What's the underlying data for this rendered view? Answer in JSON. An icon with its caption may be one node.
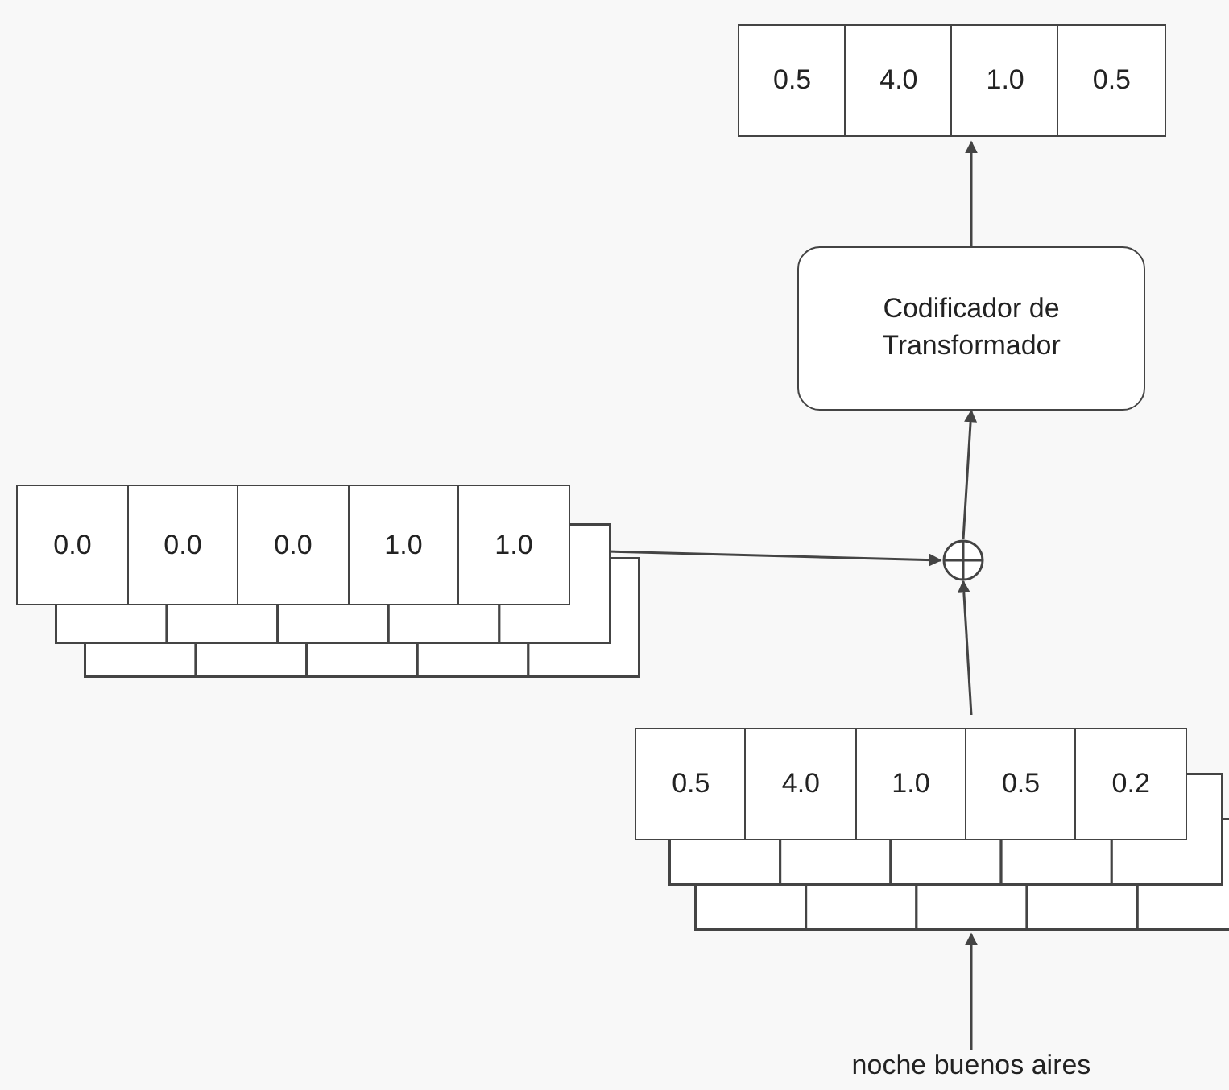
{
  "diagram": {
    "nodes": [
      {
        "text": [],
        "shape": "box"
      },
      {
        "text": [
          "0.5"
        ],
        "in": 0
      },
      {
        "text": [
          "4.0"
        ],
        "in": 0
      },
      {
        "text": [
          "1.0"
        ],
        "in": 0
      },
      {
        "text": [
          "0.5"
        ],
        "in": 0
      },
      {
        "text": [
          "Codificador de Transformador"
        ]
      },
      {
        "text": [],
        "shape": "box"
      },
      {
        "text": [
          "0.0"
        ],
        "in": 6
      },
      {
        "text": [
          "0.0"
        ],
        "in": 6
      },
      {
        "text": [
          "0.0"
        ],
        "in": 6
      },
      {
        "text": [
          "1.0"
        ],
        "in": 6
      },
      {
        "text": [
          "1.0"
        ],
        "in": 6
      },
      {
        "text": [],
        "shape": "circle"
      },
      {
        "text": [],
        "shape": "box"
      },
      {
        "text": [
          "0.5"
        ],
        "in": 13
      },
      {
        "text": [
          "4.0"
        ],
        "in": 13
      },
      {
        "text": [
          "1.0"
        ],
        "in": 13
      },
      {
        "text": [
          "0.5"
        ],
        "in": 13
      },
      {
        "text": [
          "0.2"
        ],
        "in": 13
      },
      {
        "text": [
          "noche buenos aires"
        ]
      }
    ],
    "edges": [
      {
        "from": 5,
        "to": 0,
        "arrow": "to"
      },
      {
        "from": 12,
        "to": 5,
        "arrow": "to"
      },
      {
        "from": 6,
        "to": 12,
        "arrow": "to"
      },
      {
        "from": 13,
        "to": 12,
        "arrow": "to"
      },
      {
        "from": 19,
        "to": 13,
        "arrow": "to"
      }
    ]
  }
}
